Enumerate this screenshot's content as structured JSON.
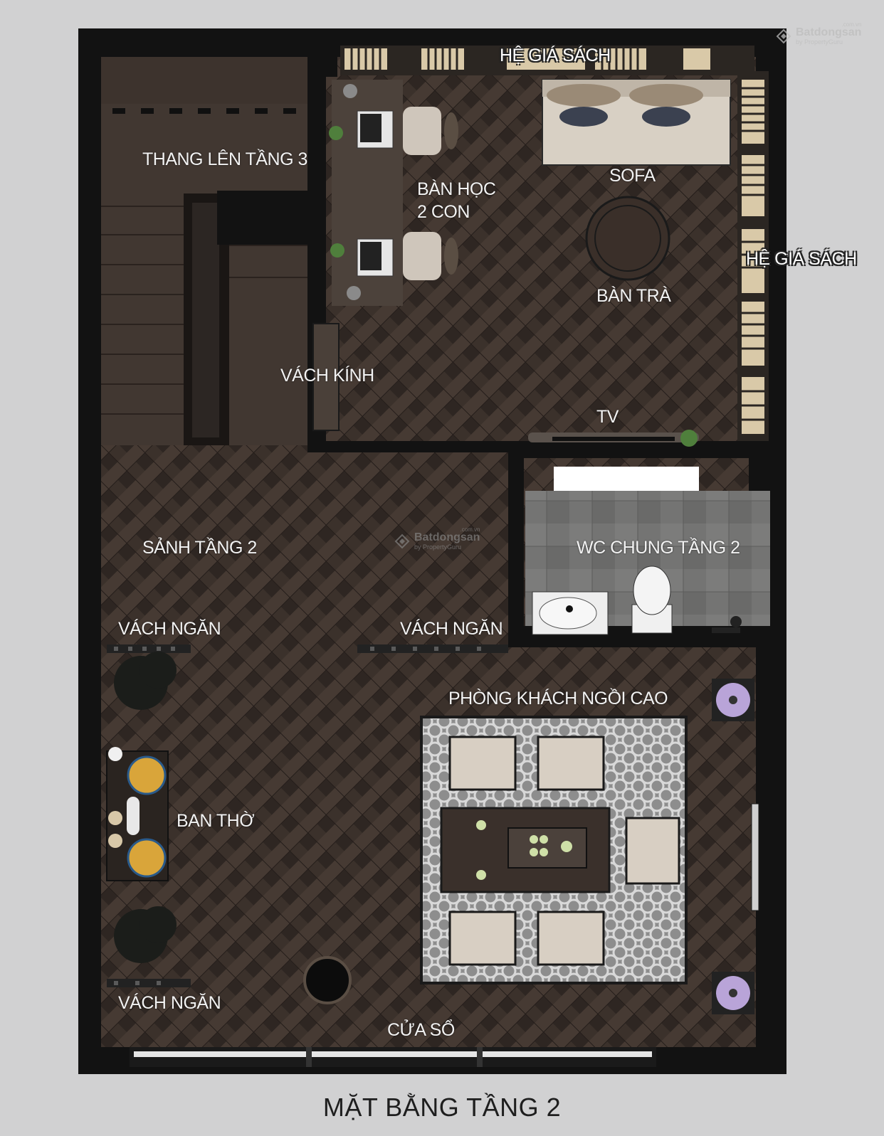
{
  "plan": {
    "title": "MẶT BẰNG TẦNG 2",
    "labels": {
      "stairs": "THANG LÊN TẦNG 3",
      "desk_line1": "BÀN HỌC",
      "desk_line2": "2 CON",
      "sofa": "SOFA",
      "tea_table": "BÀN TRÀ",
      "bookshelf_top": "HỆ GIÁ SÁCH",
      "bookshelf_right": "HỆ GIÁ SÁCH",
      "glass_wall": "VÁCH KÍNH",
      "tv": "TV",
      "lobby": "SẢNH TẦNG 2",
      "wc": "WC CHUNG TẦNG 2",
      "partition_left": "VÁCH NGĂN",
      "partition_mid": "VÁCH NGĂN",
      "partition_bottom": "VÁCH NGĂN",
      "living_room": "PHÒNG KHÁCH NGỒI CAO",
      "altar": "BAN THỜ",
      "window": "CỬA SỔ"
    }
  },
  "watermark": {
    "brand": "Batdongsan",
    "sub": "by PropertyGuru",
    "small": ".com.vn"
  },
  "colors": {
    "background": "#d1d1d2",
    "wall": "#121212",
    "floor": "#3a302b",
    "stairs": "#413731",
    "wc_tile": "#6f6f6e"
  }
}
